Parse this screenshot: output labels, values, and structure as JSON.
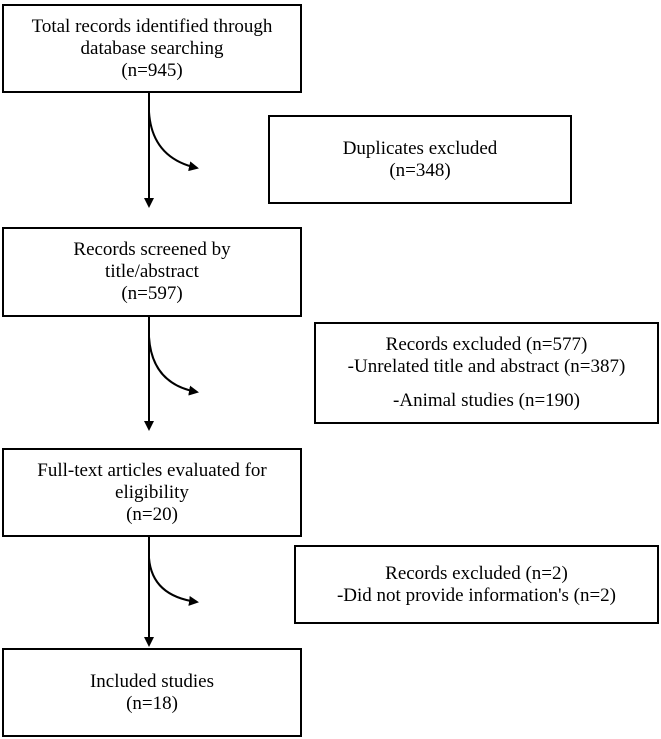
{
  "boxes": {
    "identified": {
      "line1": "Total records identified through",
      "line2": "database searching",
      "count": "(n=945)"
    },
    "duplicates": {
      "line1": "Duplicates excluded",
      "count": "(n=348)"
    },
    "screened": {
      "line1": "Records screened by",
      "line2": "title/abstract",
      "count": "(n=597)"
    },
    "excluded_screen": {
      "line1": "Records excluded (n=577)",
      "line2": "-Unrelated title and abstract (n=387)",
      "line3": "-Animal studies (n=190)"
    },
    "fulltext": {
      "line1": "Full-text articles evaluated for",
      "line2": "eligibility",
      "count": "(n=20)"
    },
    "excluded_fulltext": {
      "line1": "Records excluded (n=2)",
      "line2": "-Did not provide information's (n=2)"
    },
    "included": {
      "line1": "Included studies",
      "count": "(n=18)"
    }
  }
}
